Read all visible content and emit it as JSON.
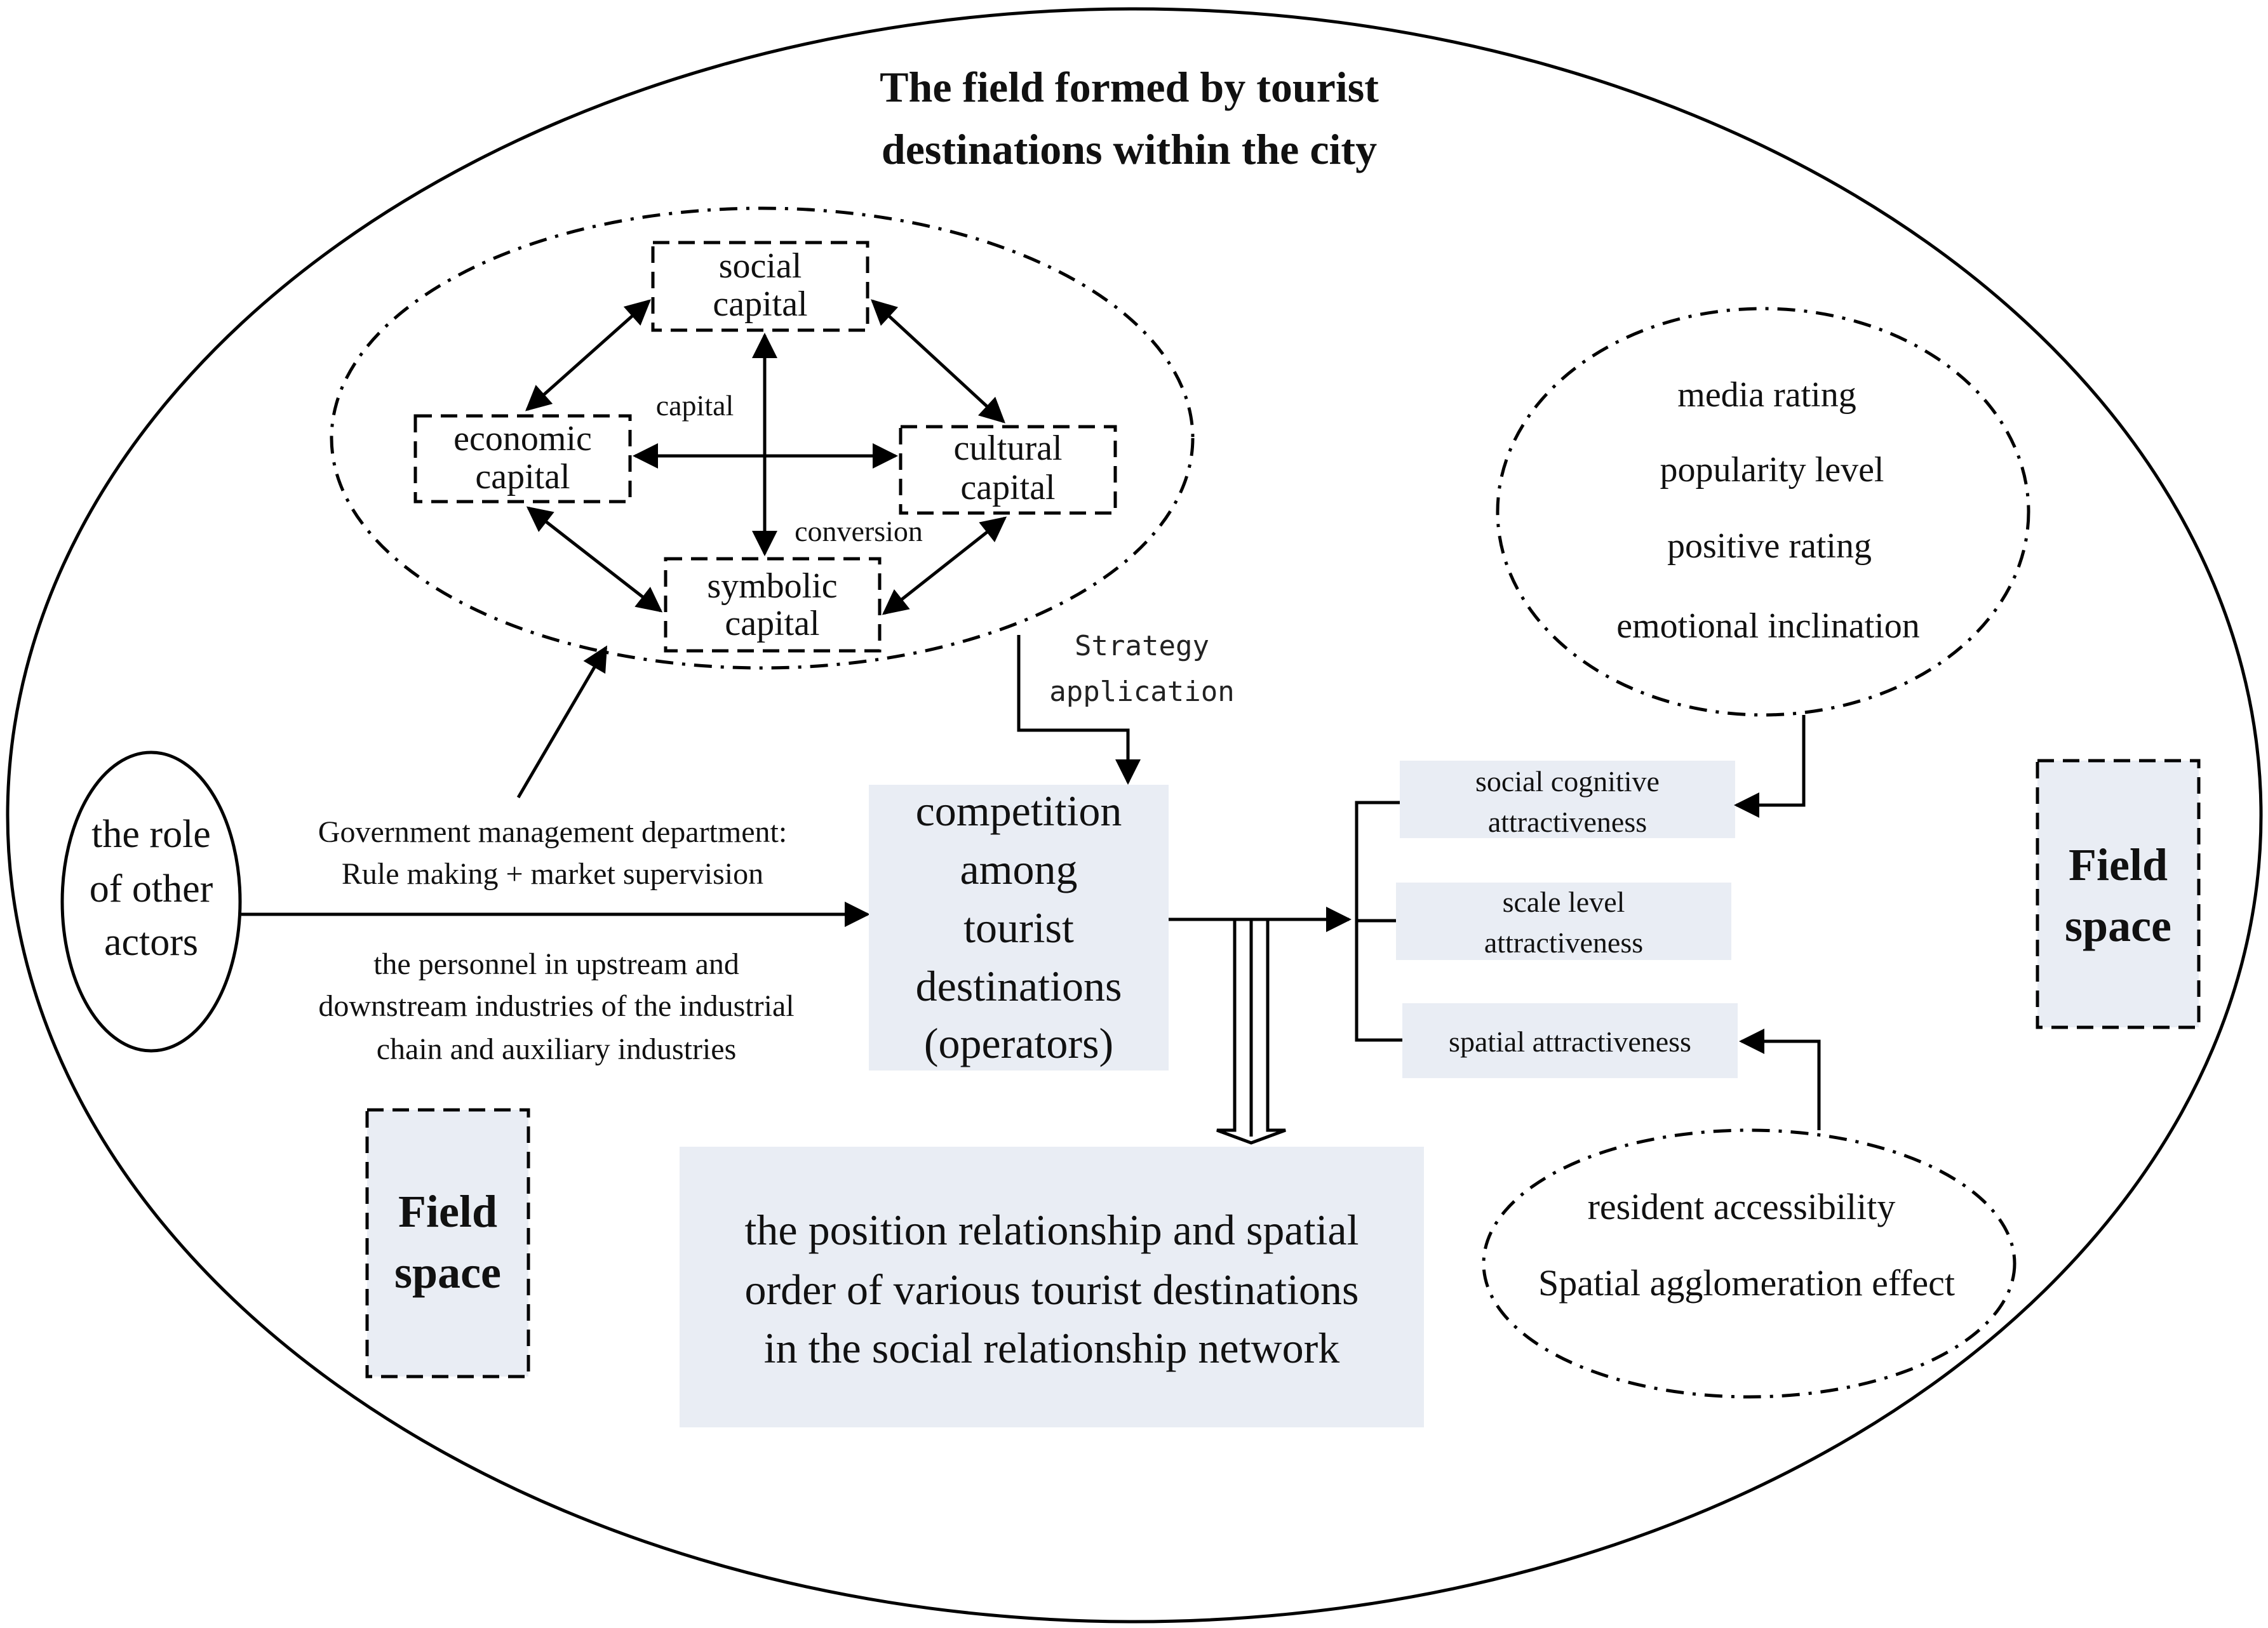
{
  "title": {
    "line1": "The field formed by tourist",
    "line2": "destinations within the city"
  },
  "capital": {
    "social": [
      "social",
      "capital"
    ],
    "economic": [
      "economic",
      "capital"
    ],
    "cultural": [
      "cultural",
      "capital"
    ],
    "symbolic": [
      "symbolic",
      "capital"
    ],
    "center_top": "capital",
    "center_bottom": "conversion"
  },
  "strategy": [
    "Strategy",
    "application"
  ],
  "other_actors": [
    "the role",
    "of other",
    "actors"
  ],
  "government": [
    "Government management department:",
    "Rule making + market supervision"
  ],
  "personnel": [
    "the personnel in upstream and",
    "downstream  industries of the industrial",
    "chain and auxiliary industries"
  ],
  "competition": [
    "competition",
    "among",
    "tourist",
    "destinations",
    "(operators)"
  ],
  "position": [
    "the position relationship and spatial",
    "order of various tourist destinations",
    "in the social relationship network"
  ],
  "media": [
    "media rating",
    "popularity level",
    "positive rating",
    "emotional inclination"
  ],
  "attractiveness": {
    "social_cognitive": [
      "social cognitive",
      "attractiveness"
    ],
    "scale_level": [
      "scale level",
      "attractiveness"
    ],
    "spatial": "spatial attractiveness"
  },
  "spatial_factors": [
    "resident accessibility",
    "Spatial agglomeration effect"
  ],
  "field_space": [
    "Field",
    "space"
  ],
  "colors": {
    "box_fill": "#e9edf4",
    "stroke": "#000000",
    "background": "#ffffff"
  }
}
